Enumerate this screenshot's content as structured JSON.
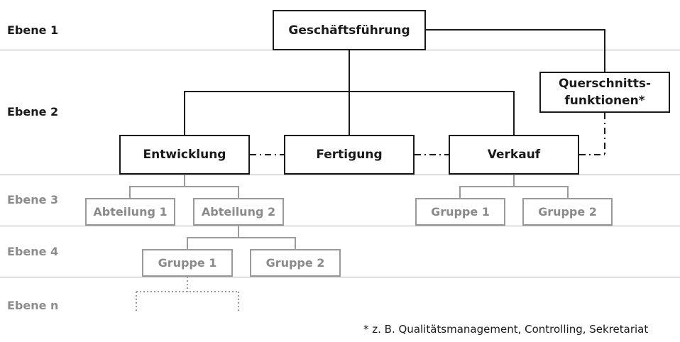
{
  "levels": {
    "l1": "Ebene 1",
    "l2": "Ebene 2",
    "l3": "Ebene 3",
    "l4": "Ebene 4",
    "ln": "Ebene n"
  },
  "nodes": {
    "management": "Geschäftsführung",
    "cross_functions_line1": "Querschnitts-",
    "cross_functions_line2": "funktionen*",
    "development": "Entwicklung",
    "production": "Fertigung",
    "sales": "Verkauf",
    "dept_1": "Abteilung 1",
    "dept_2": "Abteilung 2",
    "sales_group_1": "Gruppe 1",
    "sales_group_2": "Gruppe 2",
    "dept2_group_1": "Gruppe 1",
    "dept2_group_2": "Gruppe 2"
  },
  "footnote": "* z. B. Qualitätsmanagement, Controlling, Sekretariat",
  "colors": {
    "primary": "#1a1a1a",
    "secondary": "#8a8a8a",
    "separator": "#b3b3b3"
  }
}
